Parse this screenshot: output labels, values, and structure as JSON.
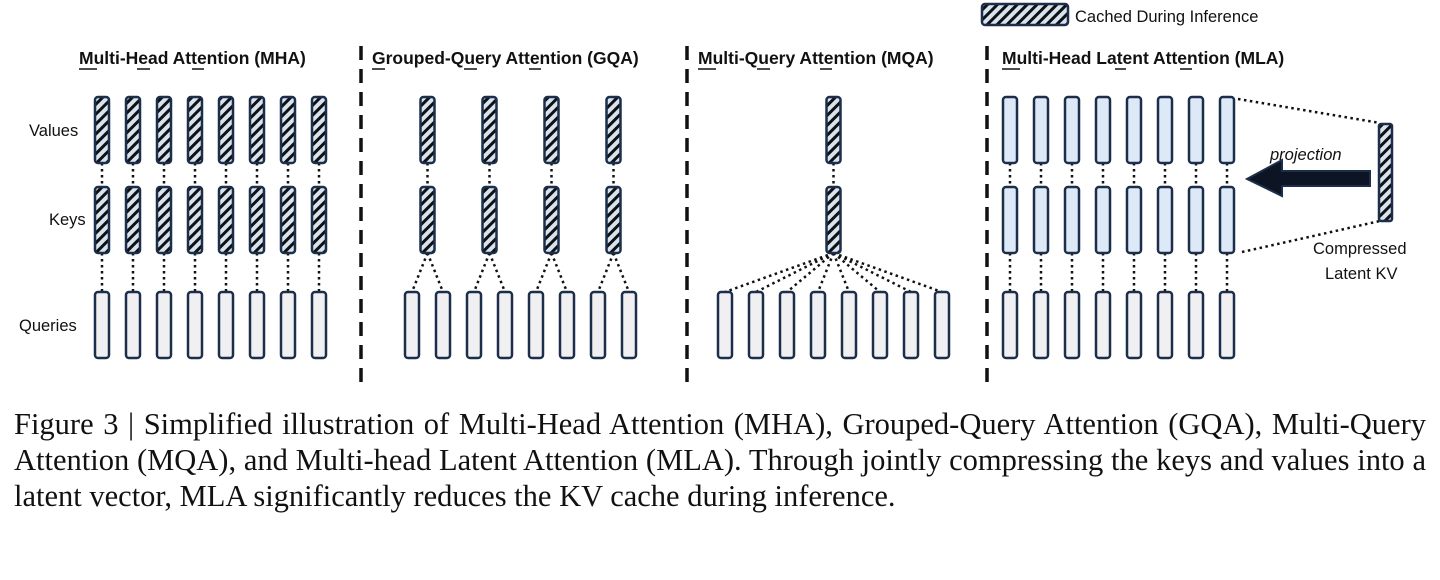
{
  "legend": {
    "label": "Cached During Inference",
    "swatch": "hatched"
  },
  "row_labels": {
    "values": "Values",
    "keys": "Keys",
    "queries": "Queries"
  },
  "panels": [
    {
      "id": "mha",
      "title": "Multi-Head Attention (MHA)",
      "underlined_initials": [
        "M",
        "H",
        "A"
      ],
      "value_heads": 8,
      "key_heads": 8,
      "query_heads": 8,
      "kv_cached": true,
      "query_to_key": [
        0,
        1,
        2,
        3,
        4,
        5,
        6,
        7
      ]
    },
    {
      "id": "gqa",
      "title": "Grouped-Query Attention (GQA)",
      "underlined_initials": [
        "G",
        "Q",
        "A"
      ],
      "value_heads": 4,
      "key_heads": 4,
      "query_heads": 8,
      "kv_cached": true,
      "query_to_key": [
        0,
        0,
        1,
        1,
        2,
        2,
        3,
        3
      ]
    },
    {
      "id": "mqa",
      "title": "Multi-Query Attention (MQA)",
      "underlined_initials": [
        "M",
        "Q",
        "A"
      ],
      "value_heads": 1,
      "key_heads": 1,
      "query_heads": 8,
      "kv_cached": true,
      "query_to_key": [
        0,
        0,
        0,
        0,
        0,
        0,
        0,
        0
      ]
    },
    {
      "id": "mla",
      "title": "Multi-Head Latent Attention (MLA)",
      "underlined_initials": [
        "M",
        "L",
        "A"
      ],
      "value_heads": 8,
      "key_heads": 8,
      "query_heads": 8,
      "kv_cached": false,
      "query_to_key": [
        0,
        1,
        2,
        3,
        4,
        5,
        6,
        7
      ],
      "latent": {
        "label_line1": "Compressed",
        "label_line2": "Latent KV",
        "arrow_label": "projection",
        "cached": true
      }
    }
  ],
  "colors": {
    "outline": "#1c2e4a",
    "query_fill": "#f0f0f2",
    "mla_kv_fill": "#dde9f7",
    "hatch_bg": "#d6e3f0",
    "hatch_line": "#111111",
    "divider": "#111111",
    "arrow": "#0d1424"
  },
  "caption": "Figure 3 | Simplified illustration of Multi-Head Attention (MHA), Grouped-Query Attention (GQA), Multi-Query Attention (MQA), and Multi-head Latent Attention (MLA). Through jointly compressing the keys and values into a latent vector, MLA significantly reduces the KV cache during inference."
}
